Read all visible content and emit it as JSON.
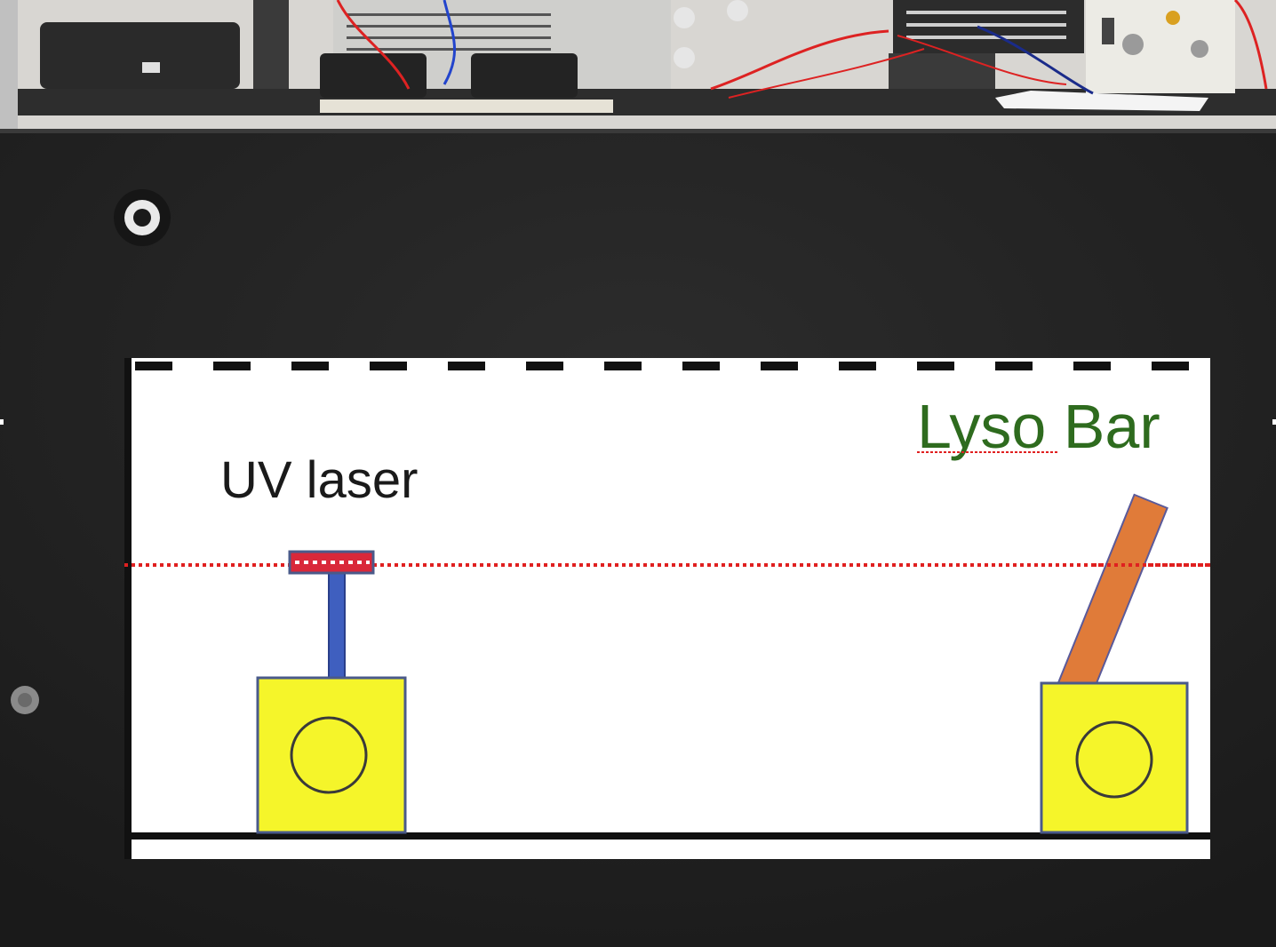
{
  "diagram": {
    "labels": {
      "uv_laser": "UV laser",
      "lyso_bar": "Lyso Bar"
    },
    "colors": {
      "panel_background": "#ffffff",
      "enclosure": "#242424",
      "stage": "#f5f52a",
      "stage_outline": "#4a5a8a",
      "laser_post": "#3f5fbf",
      "laser_head": "#d9283a",
      "beam": "#e02020",
      "lyso_bar": "#e07b39",
      "lyso_label": "#2e6b1e",
      "uv_label": "#1a1a1a"
    },
    "components": [
      "uv-laser",
      "laser-beam",
      "lyso-bar",
      "rotation-stage-left",
      "rotation-stage-right",
      "rail"
    ]
  }
}
